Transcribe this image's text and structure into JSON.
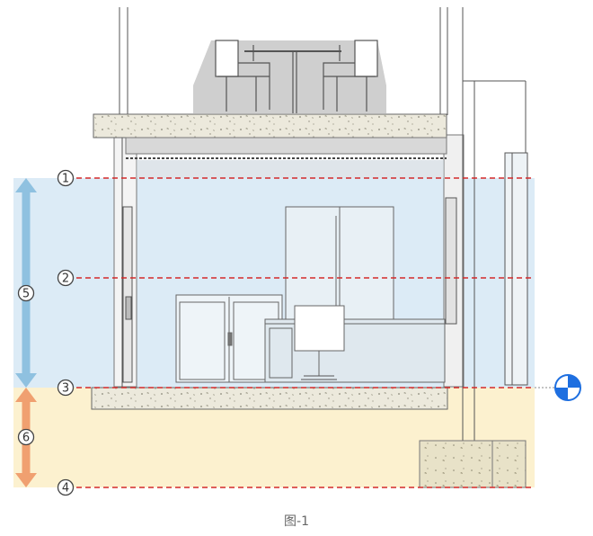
{
  "figure": {
    "caption": "图-1",
    "markers": [
      {
        "id": "line-1",
        "label": "1"
      },
      {
        "id": "line-2",
        "label": "2"
      },
      {
        "id": "line-3",
        "label": "3"
      },
      {
        "id": "line-4",
        "label": "4"
      },
      {
        "id": "zone-upper",
        "label": "5"
      },
      {
        "id": "zone-lower",
        "label": "6"
      }
    ],
    "colors": {
      "upper_zone_fill": "#dcebf6",
      "lower_zone_fill": "#fcf1cf",
      "dashed_line": "#d42a2a",
      "upper_arrow": "#8fc1e0",
      "lower_arrow": "#f0a070",
      "level_symbol": "#1e6fe0"
    }
  }
}
